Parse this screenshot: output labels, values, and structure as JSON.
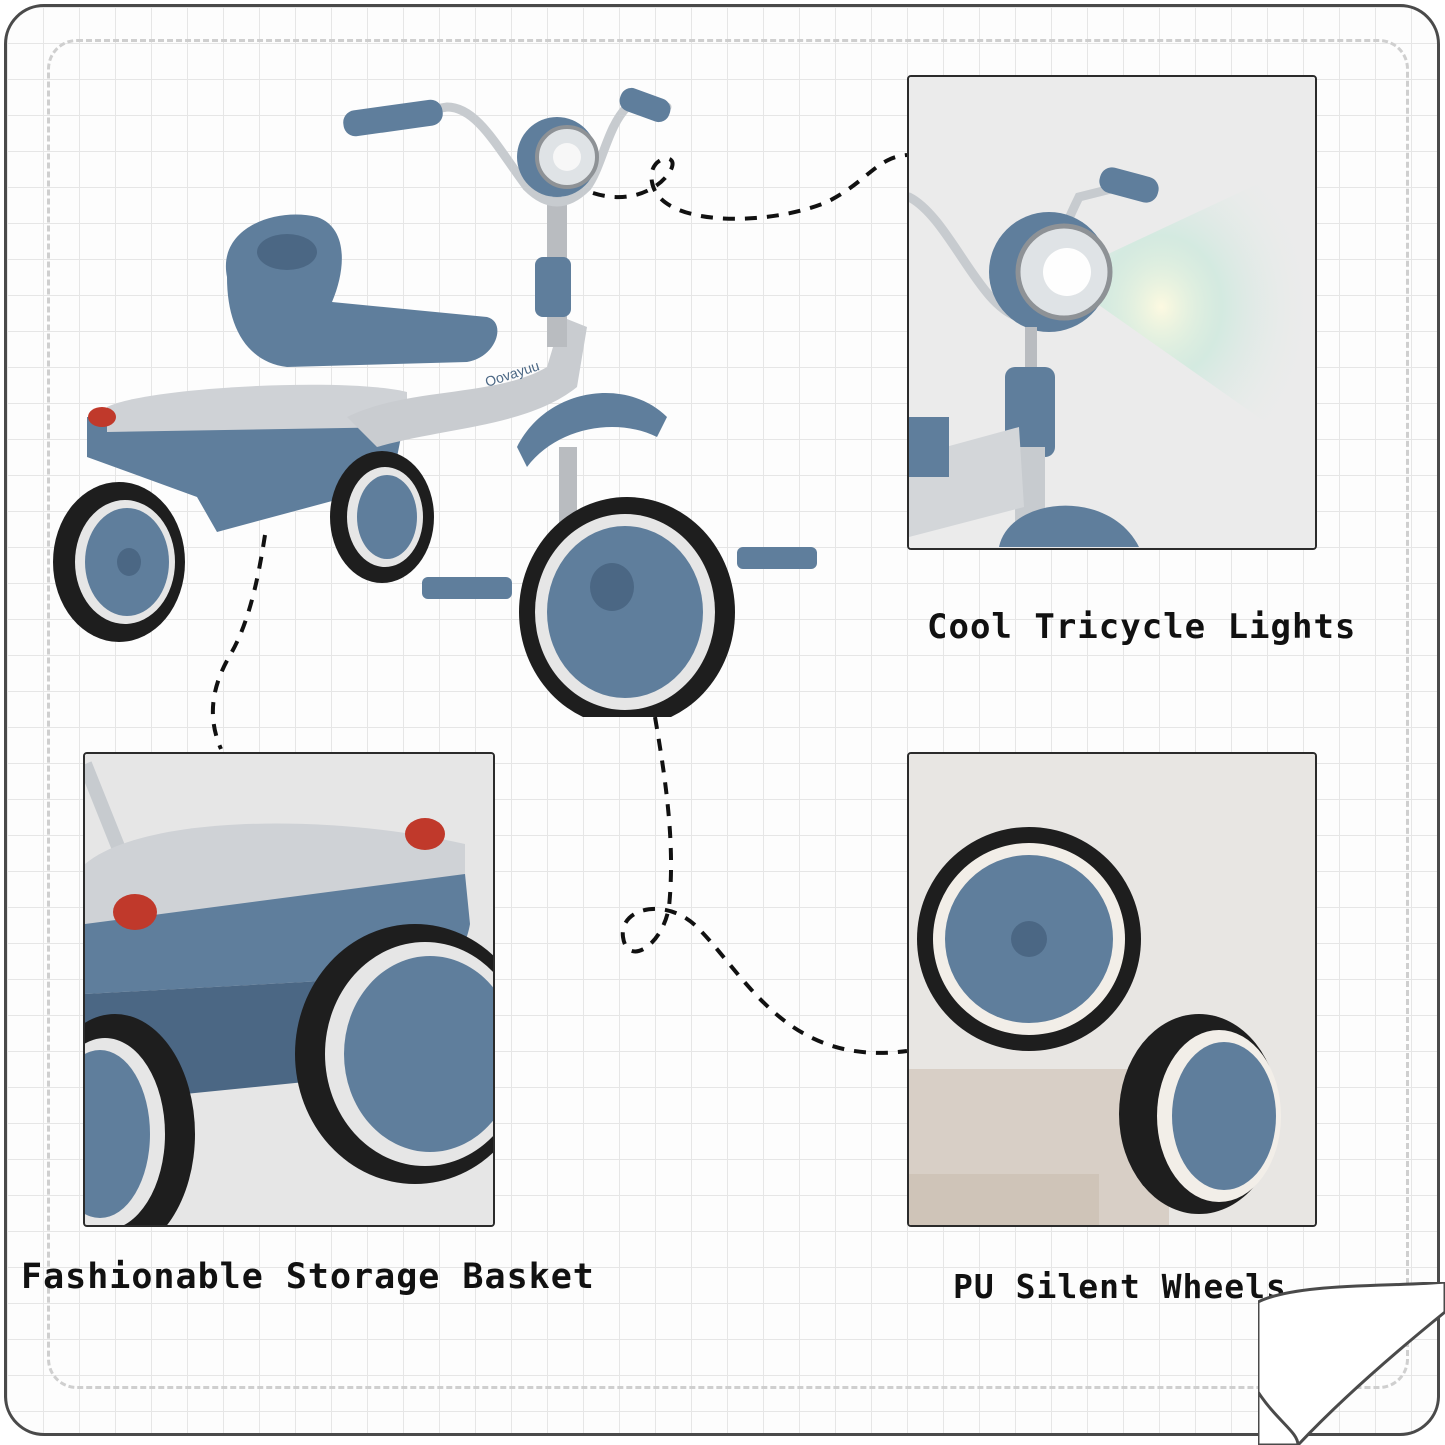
{
  "captions": {
    "lights": "Cool Tricycle Lights",
    "basket": "Fashionable Storage Basket",
    "wheels": "PU Silent Wheels"
  },
  "brand_text": "Oovayuu",
  "colors": {
    "frame_blue": "#5f7e9c",
    "dark_blue": "#4b6784",
    "seat_grey": "#c9ccd0",
    "tire_black": "#1e1e1e",
    "light_red": "#c0392b"
  }
}
